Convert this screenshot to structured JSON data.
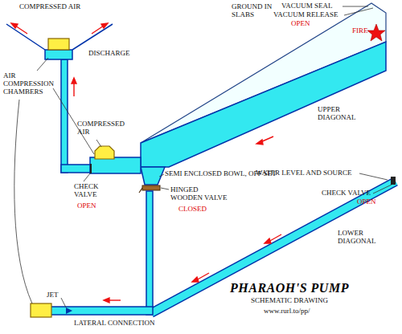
{
  "diagram": {
    "title": "PHARAOH'S PUMP",
    "labels": [
      "COMPRESSED AIR",
      "DISCHARGE",
      "AIR COMPRESSION CHAMBERS",
      "COMPRESSED AIR",
      "CHECK VALVE",
      "OPEN",
      "SEMI ENCLOSED BOWL, OFF SET",
      "HINGED WOODEN VALVE",
      "CLOSED",
      "GROUND IN SLABS",
      "VACUUM SEAL",
      "VACUUM RELEASE",
      "OPEN",
      "FIRE",
      "UPPER DIAGONAL",
      "WATER LEVEL AND SOURCE",
      "CHECK VALVE",
      "OPEN",
      "LOWER DIAGONAL",
      "JET",
      "LATERAL CONNECTION",
      "SCHEMATIC DRAWING",
      "www.rurl.to/pp/"
    ]
  }
}
